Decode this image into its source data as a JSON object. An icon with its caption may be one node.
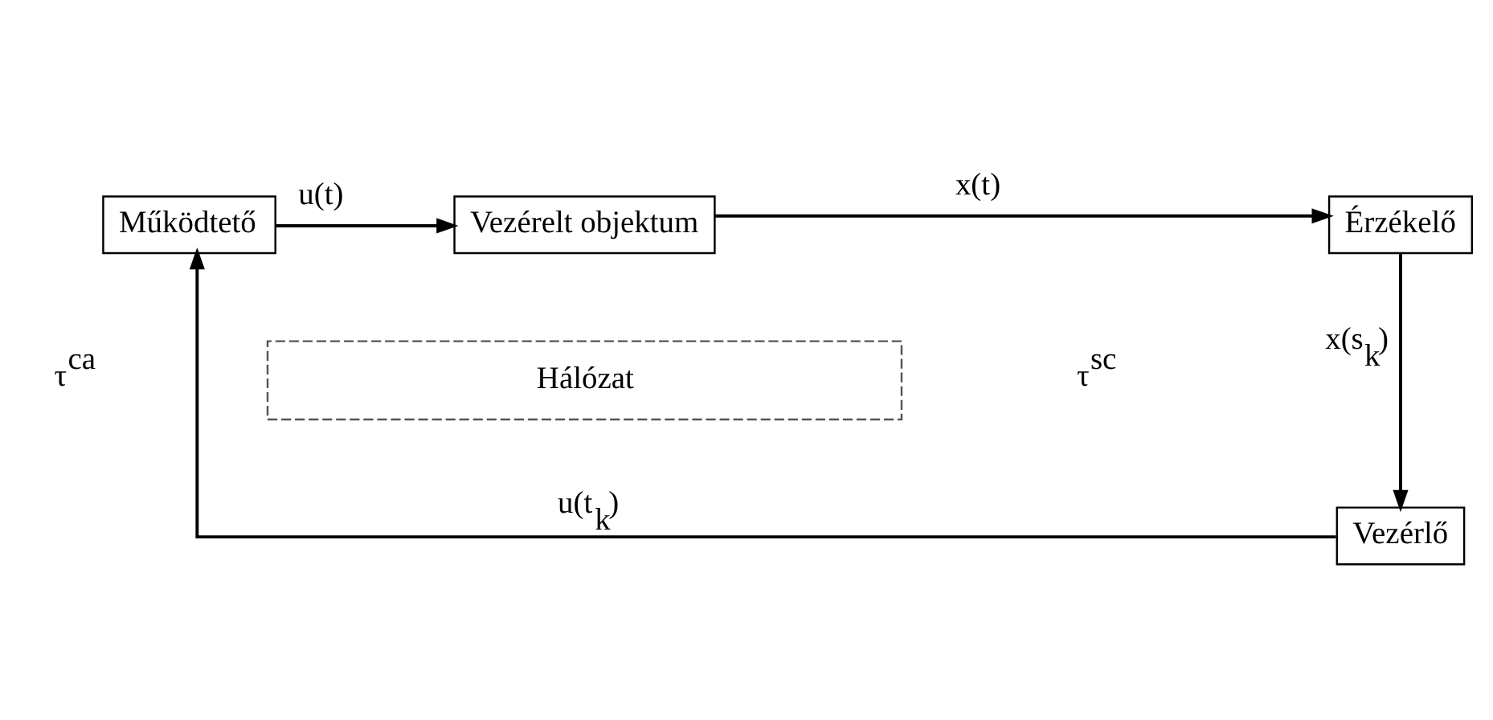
{
  "diagram": {
    "nodes": [
      {
        "text": [
          "Működtető"
        ]
      },
      {
        "text": [
          "Vezérelt objektum"
        ]
      },
      {
        "text": [
          "Érzékelő"
        ]
      },
      {
        "text": [
          "Vezérlő"
        ]
      },
      {
        "text": [
          "Hálózat"
        ]
      }
    ],
    "edges": [
      {
        "from": 0,
        "to": 1,
        "arrow": "to",
        "label": "u(t)"
      },
      {
        "from": 1,
        "to": 2,
        "arrow": "to",
        "label": "x(t)"
      },
      {
        "from": 2,
        "to": 3,
        "arrow": "to",
        "label": "x(s$_{k}$)"
      },
      {
        "from": 3,
        "to": 0,
        "arrow": "to",
        "label": "u(t$_{k}$)"
      }
    ],
    "labels": [
      "τ$^{ca}$",
      "τ$^{sc}$"
    ]
  }
}
